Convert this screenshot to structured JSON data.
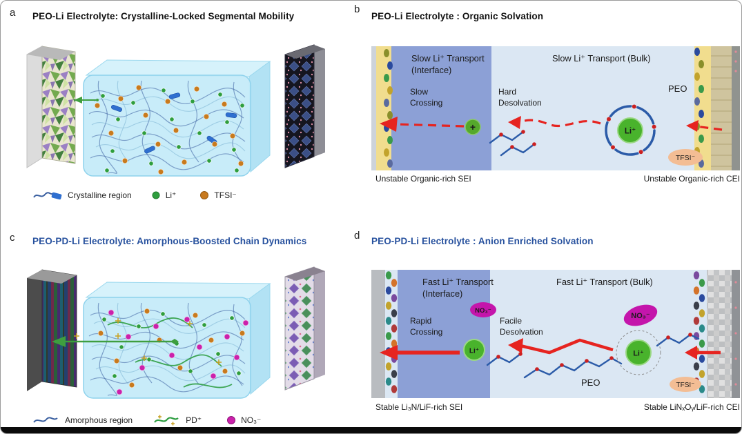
{
  "figure": {
    "a": {
      "tag": "a",
      "title": "PEO-Li Electrolyte: Crystalline-Locked Segmental Mobility",
      "legend": {
        "crystalline": "Crystalline region",
        "li": "Li⁺",
        "tfsi": "TFSI⁻"
      }
    },
    "b": {
      "tag": "b",
      "title": "PEO-Li Electrolyte : Organic Solvation",
      "interface_line1": "Slow Li⁺ Transport",
      "interface_line2": "(Interface)",
      "bulk": "Slow Li⁺ Transport (Bulk)",
      "crossing_line1": "Slow",
      "crossing_line2": "Crossing",
      "desolvation_line1": "Hard",
      "desolvation_line2": "Desolvation",
      "peo": "PEO",
      "plus": "+",
      "li": "Li⁺",
      "tfsi": "TFSI⁻",
      "sei": "Unstable Organic-rich SEI",
      "cei": "Unstable Organic-rich CEI"
    },
    "c": {
      "tag": "c",
      "title": "PEO-PD-Li Electrolyte: Amorphous-Boosted Chain Dynamics",
      "legend": {
        "amorphous": "Amorphous region",
        "pd": "PD⁺",
        "no3": "NO₃⁻"
      }
    },
    "d": {
      "tag": "d",
      "title": "PEO-PD-Li Electrolyte : Anion Enriched Solvation",
      "interface_line1": "Fast Li⁺ Transport",
      "interface_line2": "(Interface)",
      "bulk": "Fast Li⁺ Transport (Bulk)",
      "crossing_line1": "Rapid",
      "crossing_line2": "Crossing",
      "desolvation_line1": "Facile",
      "desolvation_line2": "Desolvation",
      "no3": "NO₃⁻",
      "peo": "PEO",
      "li": "Li⁺",
      "tfsi": "TFSI⁻",
      "sei": "Stable Li₃N/LiF-rich SEI",
      "cei": "Stable LiNₓOᵧ/LiF-rich CEI"
    },
    "colors": {
      "title_blue": "#27519e",
      "li_green": "#49b32c",
      "tfsi_orange": "#f3bd94",
      "no3_magenta": "#c415ab",
      "arrow_red": "#e62420",
      "interface_blue": "#8ca0d6",
      "bulk_blue": "#dbe7f3",
      "sei_yellow": "#f1dd8e"
    }
  }
}
